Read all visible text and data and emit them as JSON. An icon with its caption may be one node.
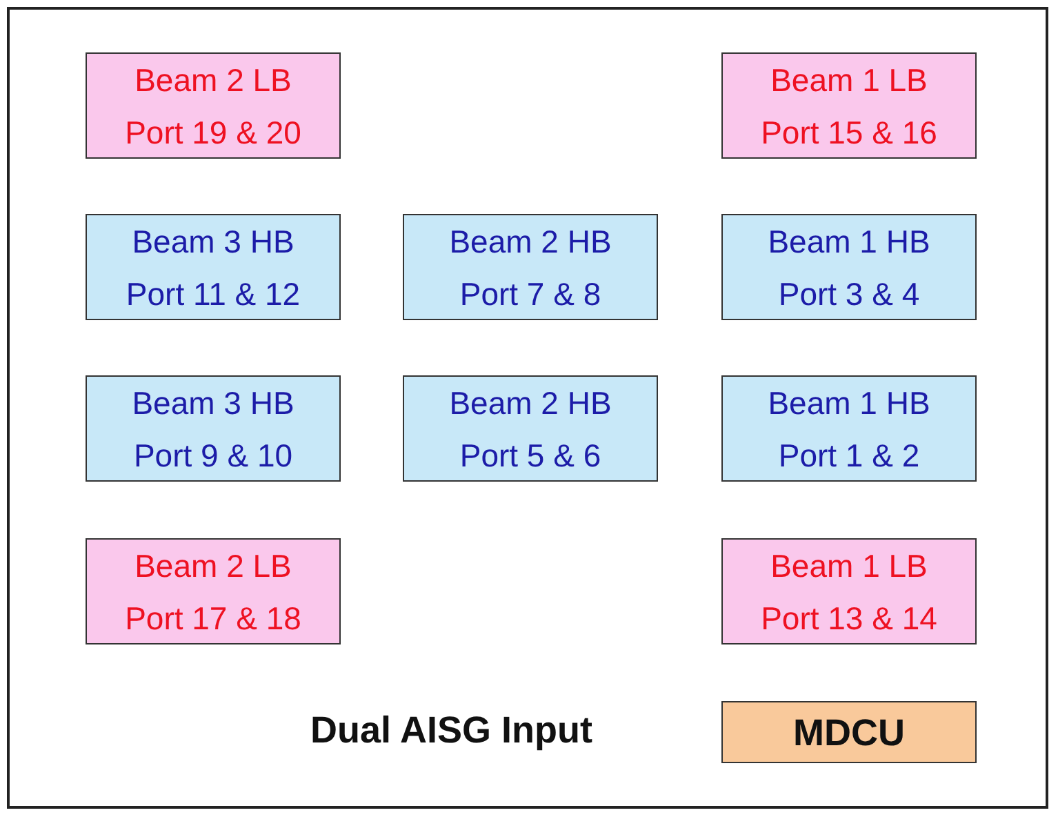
{
  "diagram": {
    "nodes": [
      {
        "text": [
          "Beam 2 LB",
          "Port 19 & 20"
        ]
      },
      {
        "text": [
          "Beam 1 LB",
          "Port 15 & 16"
        ]
      },
      {
        "text": [
          "Beam 3 HB",
          "Port 11 & 12"
        ]
      },
      {
        "text": [
          "Beam 2 HB",
          "Port 7 & 8"
        ]
      },
      {
        "text": [
          "Beam 1 HB",
          "Port 3 & 4"
        ]
      },
      {
        "text": [
          "Beam 3 HB",
          "Port 9 & 10"
        ]
      },
      {
        "text": [
          "Beam 2 HB",
          "Port 5 & 6"
        ]
      },
      {
        "text": [
          "Beam 1 HB",
          "Port 1 & 2"
        ]
      },
      {
        "text": [
          "Beam 2 LB",
          "Port 17 & 18"
        ]
      },
      {
        "text": [
          "Beam 1 LB",
          "Port 13 & 14"
        ]
      },
      {
        "text": [
          "MDCU"
        ]
      }
    ],
    "labels": [
      "Dual AISG Input"
    ]
  }
}
